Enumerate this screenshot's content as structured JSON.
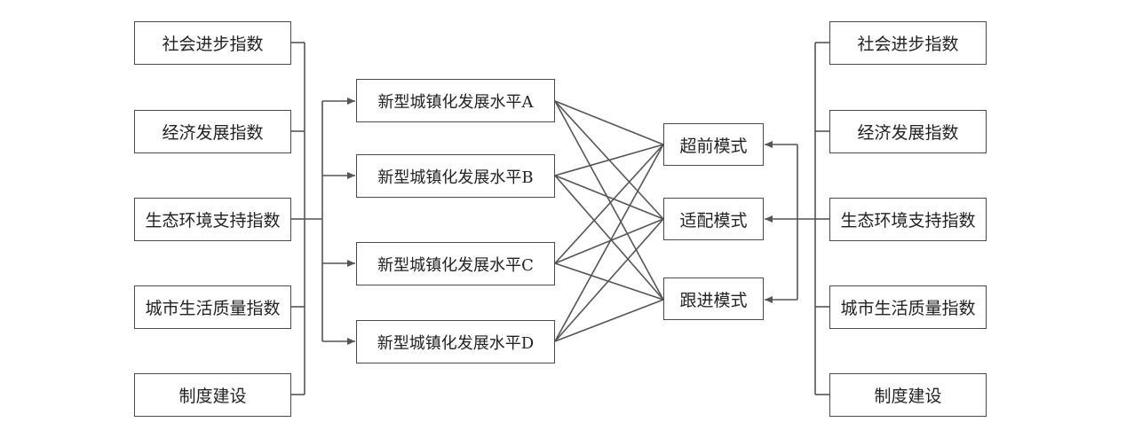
{
  "left_indices": [
    "社会进步指数",
    "经济发展指数",
    "生态环境支持指数",
    "城市生活质量指数",
    "制度建设"
  ],
  "levels": [
    "新型城镇化发展水平A",
    "新型城镇化发展水平B",
    "新型城镇化发展水平C",
    "新型城镇化发展水平D"
  ],
  "modes": [
    "超前模式",
    "适配模式",
    "跟进模式"
  ],
  "right_indices": [
    "社会进步指数",
    "经济发展指数",
    "生态环境支持指数",
    "城市生活质量指数",
    "制度建设"
  ],
  "colors": {
    "line": "#555555",
    "border": "#4a4a4a",
    "text": "#222222"
  }
}
